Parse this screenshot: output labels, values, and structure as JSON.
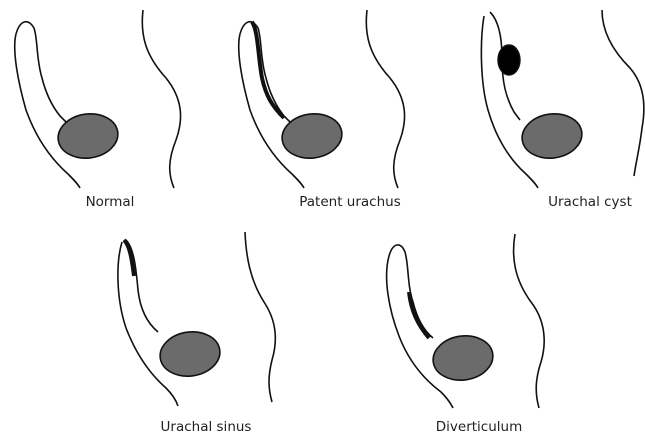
{
  "figure": {
    "panels": [
      {
        "id": "normal",
        "label": "Normal",
        "lining": "none"
      },
      {
        "id": "patent",
        "label": "Patent urachus",
        "lining": "full"
      },
      {
        "id": "cyst",
        "label": "Urachal cyst",
        "lining": "cyst"
      },
      {
        "id": "sinus",
        "label": "Urachal sinus",
        "lining": "upper"
      },
      {
        "id": "divert",
        "label": "Diverticulum",
        "lining": "lower"
      }
    ],
    "colors": {
      "outline": "#111111",
      "bladder_fill": "#6b6b6b",
      "cyst_fill": "#000000",
      "background": "#ffffff"
    }
  }
}
